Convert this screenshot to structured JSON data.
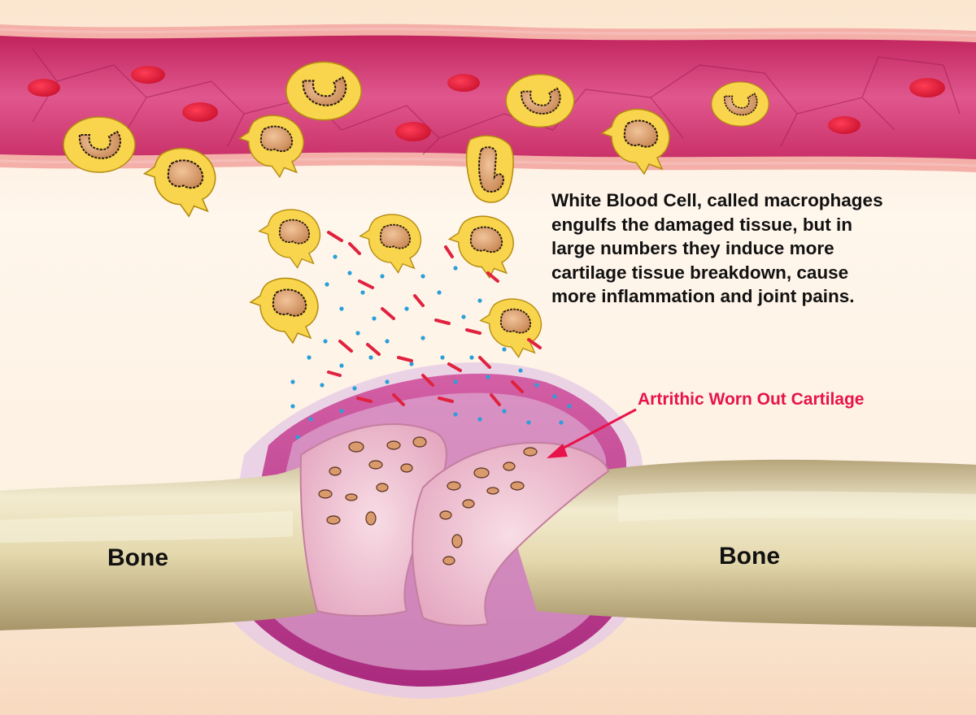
{
  "labels": {
    "description": "White Blood Cell, called macrophages\nengulfs the damaged tissue, but in\nlarge numbers they induce more\ncartilage tissue breakdown, cause\nmore inflammation and joint pains.",
    "cartilage": "Artrithic Worn Out Cartilage",
    "bone_left": "Bone",
    "bone_right": "Bone"
  },
  "colors": {
    "background": "#fdf1e2",
    "vessel_wall": "#f3aeb0",
    "vessel_tissue": "#d6336f",
    "red_blood_cell": "#e8143c",
    "macrophage": "#f8d54c",
    "macrophage_nucleus": "#d99a6c",
    "bone": "#e8ddb4",
    "cartilage": "#f1c7d6",
    "synovium": "#c2378a",
    "debris": "#e0223f",
    "cytokine_dots": "#2a9fd8",
    "label_accent": "#e8134a"
  }
}
